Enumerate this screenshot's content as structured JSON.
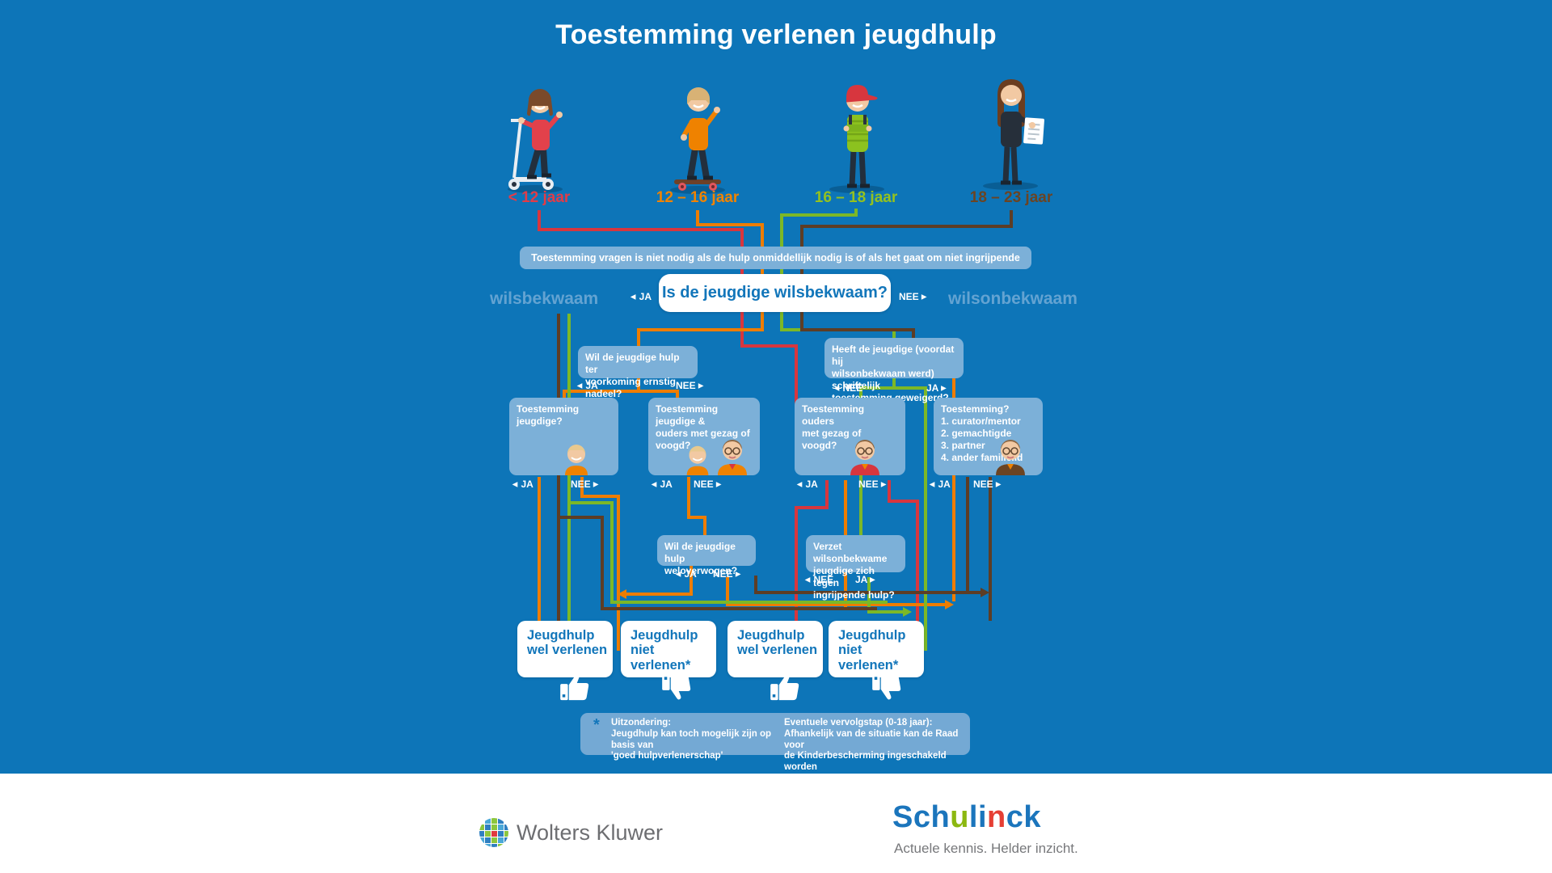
{
  "title": "Toestemming verlenen jeugdhulp",
  "banner": {
    "text": "Toestemming vragen is niet nodig als de hulp onmiddellijk nodig is of als het gaat om niet ingrijpende hulp"
  },
  "main_question": {
    "text": "Is de jeugdige wilsbekwaam?"
  },
  "side_labels": {
    "left": "wilsbekwaam",
    "right": "wilsonbekwaam"
  },
  "answers": {
    "ja": "JA",
    "nee": "NEE",
    "arrow_left": "◀",
    "arrow_right": "▶"
  },
  "ages": [
    {
      "label": "< 12 jaar",
      "color": "#e23c47"
    },
    {
      "label": "12 – 16 jaar",
      "color": "#f08300"
    },
    {
      "label": "16 – 18 jaar",
      "color": "#94c11f"
    },
    {
      "label": "18 – 23 jaar",
      "color": "#6b4423"
    }
  ],
  "questions": {
    "ernstig_nadeel": "Wil de jeugdige hulp ter\nvoorkoming ernstig nadeel?",
    "schriftelijk_geweigerd": "Heeft de jeugdige (voordat hij\nwilsonbekwaam werd) schriftelijk\ntoestemming geweigerd?",
    "toestemming_jeugdige": "Toestemming\njeugdige?",
    "toestemming_jeugdige_ouders": "Toestemming jeugdige &\nouders met gezag of voogd?",
    "toestemming_ouders": "Toestemming ouders\nmet gezag of voogd?",
    "toestemming_vertegenwoordiger": "Toestemming?\n1. curator/mentor\n2. gemachtigde\n3. partner\n4. ander familielid",
    "weloverwogen": "Wil de jeugdige hulp\nweloverwogen?",
    "verzet": "Verzet wilsonbekwame\njeugdige zich tegen\ningrijpende hulp?"
  },
  "results": [
    {
      "label": "Jeugdhulp\nwel verlenen",
      "icon": "thumb-up"
    },
    {
      "label": "Jeugdhulp\nniet verlenen*",
      "icon": "thumb-down"
    },
    {
      "label": "Jeugdhulp\nwel verlenen",
      "icon": "thumb-up"
    },
    {
      "label": "Jeugdhulp\nniet verlenen*",
      "icon": "thumb-down"
    }
  ],
  "footnote": {
    "asterisk": "*",
    "left": "Uitzondering:\nJeugdhulp kan toch mogelijk zijn op basis van\n'goed hulpverlenerschap'",
    "right": "Eventuele vervolgstap (0-18 jaar):\nAfhankelijk van de situatie kan de Raad voor\nde Kinderbescherming ingeschakeld worden"
  },
  "footer": {
    "wolters_kluwer": "Wolters Kluwer",
    "schulinck_parts": [
      "Sch",
      "u",
      "li",
      "n",
      "ck"
    ],
    "tagline": "Actuele kennis. Helder inzicht."
  },
  "colors": {
    "background": "#0d75b8",
    "panel": "#7cb0d8",
    "white_box_text": "#1276ba",
    "line_red": "#d7363e",
    "line_orange": "#ee7d00",
    "line_green": "#7cb827",
    "line_brown": "#5d3d25"
  }
}
